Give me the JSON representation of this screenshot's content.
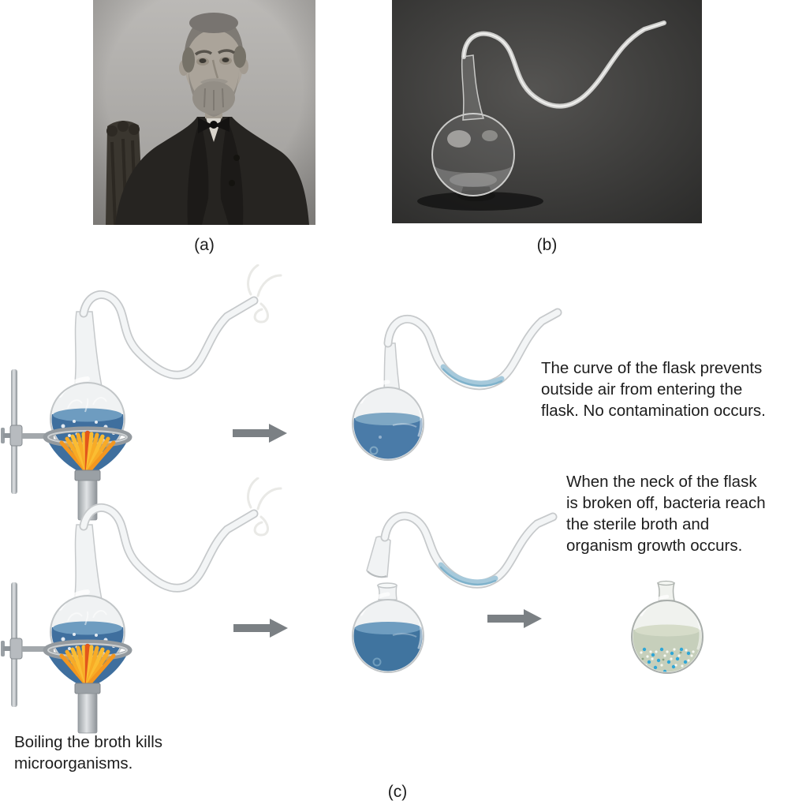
{
  "figure": {
    "panel_labels": {
      "a": "(a)",
      "b": "(b)",
      "c": "(c)"
    },
    "annotations": {
      "no_contamination": {
        "lines": [
          "The curve of the flask prevents",
          "outside air from entering the",
          "flask. No contamination occurs."
        ]
      },
      "broken_neck": {
        "lines": [
          "When the neck of the flask",
          "is broken off, bacteria reach",
          "the sterile broth and",
          "organism growth occurs."
        ]
      },
      "boiling": {
        "lines": [
          "Boiling the broth kills",
          "microorganisms."
        ]
      }
    },
    "icons": {
      "arrow": "right-arrow-icon",
      "steam": "steam-icon",
      "flame": "flame-icon"
    },
    "colors": {
      "broth_blue": "#4a7ba8",
      "boiling_broth_blue": "#3f6f9e",
      "contaminated_broth_green": "#c6cfbb",
      "microbe_dot_blue": "#2fa6d6",
      "flame_orange": "#f6a722",
      "flame_core_orange": "#e2571b",
      "arrow_gray": "#7b8084",
      "metal_gray": "#aeb2b6",
      "text_color": "#1d1d1d"
    }
  }
}
